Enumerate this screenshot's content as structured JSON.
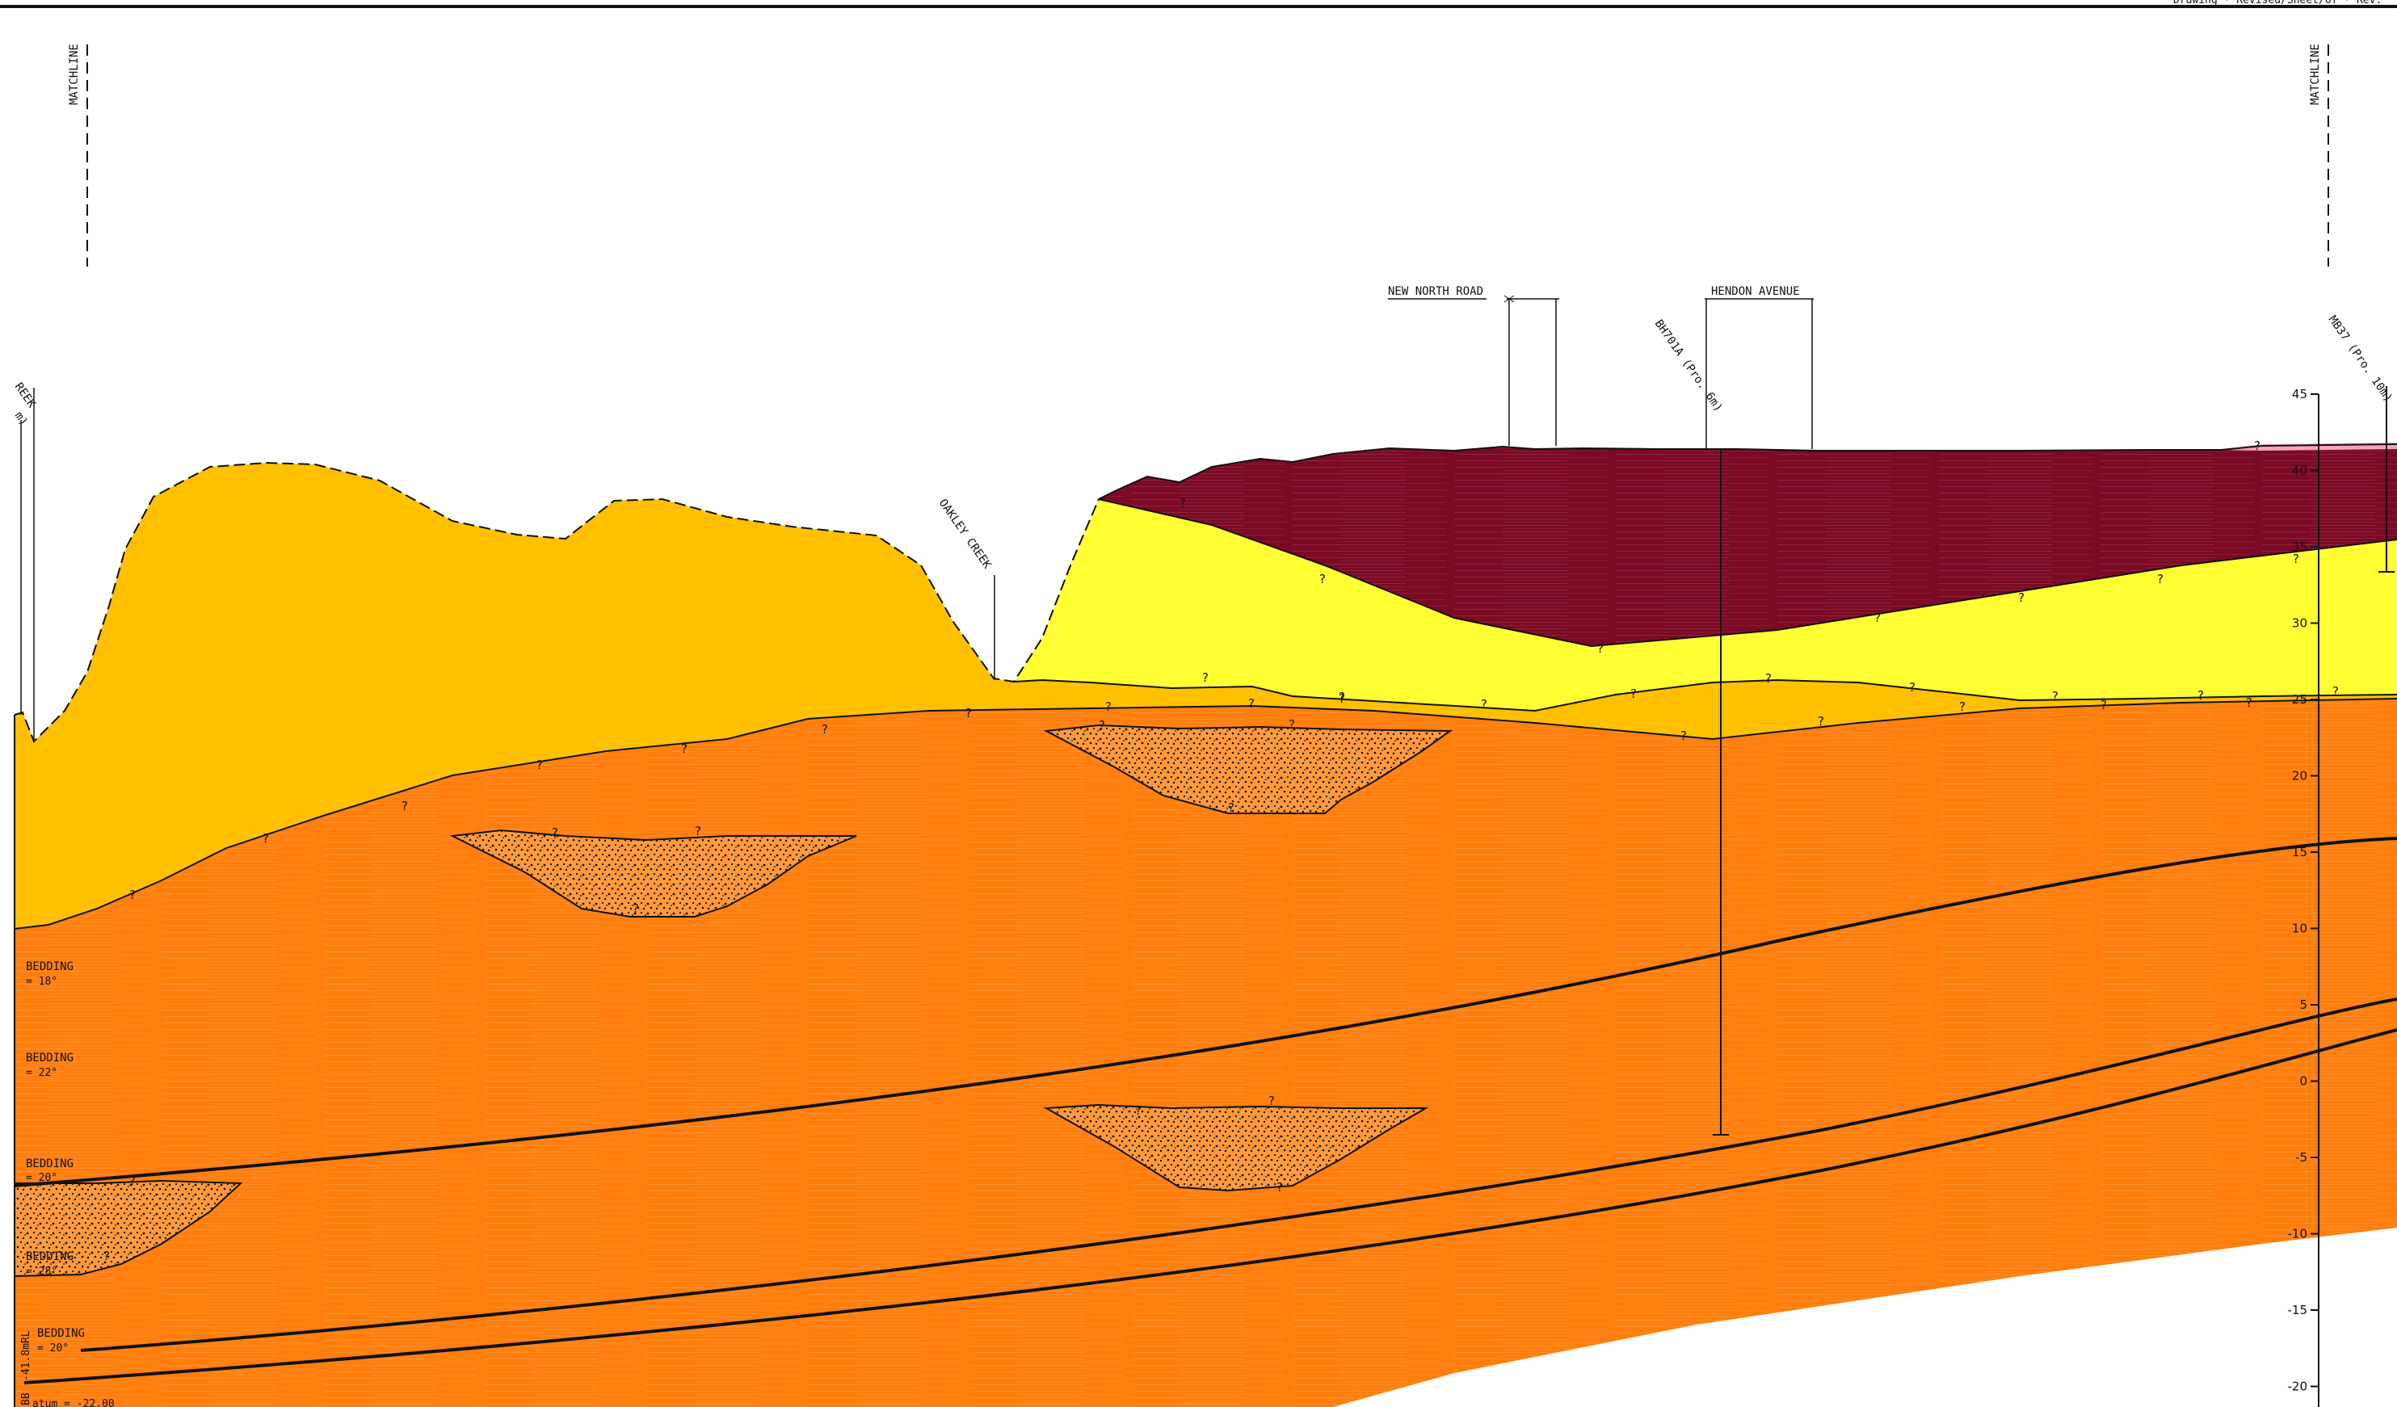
{
  "header": {
    "partial_caption": "Drawing · Revised/Sheet/of · Rev."
  },
  "matchlines": {
    "left_label": "MATCHLINE",
    "right_label": "MATCHLINE"
  },
  "roads": {
    "new_north_road": "NEW NORTH ROAD",
    "hendon_avenue": "HENDON AVENUE"
  },
  "creeks": {
    "oakley_creek": "OAKLEY CREEK",
    "left_creek_partial": "REEK",
    "left_creek_offset_partial": "m)"
  },
  "boreholes": {
    "bh701a": "BH701A (Pro. 6m)",
    "mb37": "MB37 (Pro. 10m)"
  },
  "bedding_labels": [
    {
      "line1": "BEDDING",
      "line2": "= 18°"
    },
    {
      "line1": "BEDDING",
      "line2": "= 22°"
    },
    {
      "line1": "BEDDING",
      "line2": "= 20°"
    },
    {
      "line1": "BEDDING",
      "line2": "= 28°"
    },
    {
      "line1": "BEDDING",
      "line2": "= 20°"
    }
  ],
  "left_edge": {
    "rl_partial": "-41.8mRL",
    "bb_partial": "BB",
    "datum_partial": "atum = -22.00"
  },
  "contact_marker": "?",
  "axis": {
    "ticks": [
      45,
      40,
      35,
      30,
      25,
      20,
      15,
      10,
      5,
      0,
      -5,
      -10,
      -15,
      -20
    ],
    "tick_labels": [
      "45",
      "40",
      "35",
      "30",
      "25",
      "20",
      "15",
      "10",
      "5",
      "0",
      "-5",
      "-10",
      "-15",
      "-20"
    ]
  },
  "colors": {
    "burgundy_unit": "#7c0a24",
    "yellow_unit": "#ffff33",
    "amber_unit": "#ffc000",
    "orange_unit": "#ff7f0e",
    "stipple_lens": "#ff9a3c",
    "pink_cap": "#f5a5b8"
  }
}
